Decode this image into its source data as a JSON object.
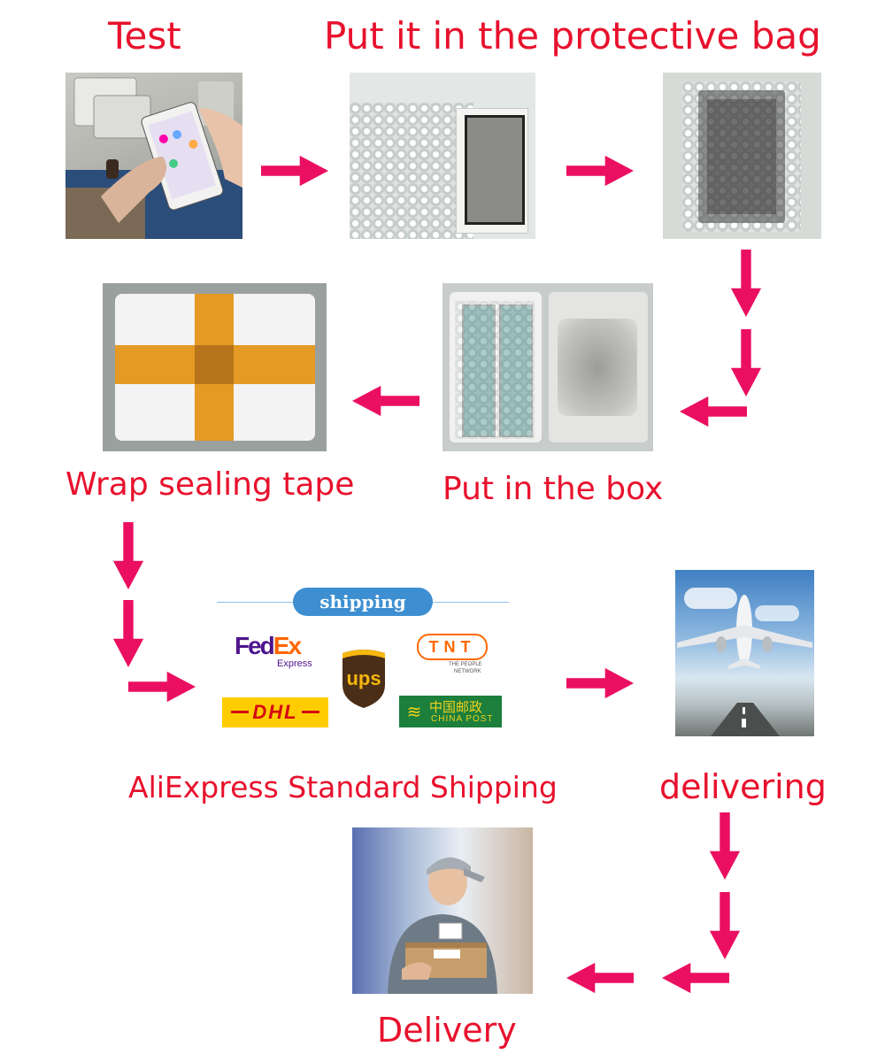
{
  "labels": {
    "test": "Test",
    "protective_bag": "Put it in the protective bag",
    "wrap_tape": "Wrap sealing tape",
    "put_box": "Put in the box",
    "aliexpress": "AliExpress Standard Shipping",
    "delivering": "delivering",
    "delivery": "Delivery"
  },
  "shipping": {
    "banner": "shipping",
    "fedex_a": "Fed",
    "fedex_b": "Ex",
    "fedex_express": "Express",
    "ups": "ups",
    "tnt": "TNT",
    "tnt_tag1": "THE PEOPLE",
    "tnt_tag2": "NETWORK",
    "dhl": "DHL",
    "chinapost_cn": "中国邮政",
    "chinapost_en": "CHINA POST"
  },
  "colors": {
    "label_red": "#e8112d",
    "arrow_pink": "#ea0f61",
    "shipping_blue": "#3d8fd1",
    "tape_orange": "#e49a23",
    "dhl_yellow": "#ffcc00",
    "dhl_red": "#d40511",
    "fedex_purple": "#4d148c",
    "fedex_orange": "#ff6600",
    "ups_brown": "#4b2e17",
    "ups_gold": "#f5b80f",
    "chinapost_green": "#1c7f3c"
  },
  "icons": {
    "arrow": "arrow-icon",
    "airplane": "airplane-icon"
  }
}
